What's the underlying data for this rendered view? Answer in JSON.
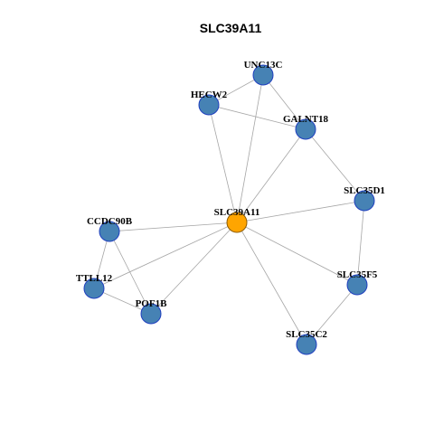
{
  "graph": {
    "title": "SLC39A11",
    "colors": {
      "hub_fill": "#FFA500",
      "hub_stroke": "#8B5A00",
      "node_fill": "#4682B4",
      "node_stroke": "#1F3FBF",
      "edge": "#A6A6A6"
    },
    "nodes": [
      {
        "id": "SLC39A11",
        "label": "SLC39A11",
        "hub": true
      },
      {
        "id": "UNC13C",
        "label": "UNC13C",
        "hub": false
      },
      {
        "id": "HECW2",
        "label": "HECW2",
        "hub": false
      },
      {
        "id": "GALNT18",
        "label": "GALNT18",
        "hub": false
      },
      {
        "id": "SLC35D1",
        "label": "SLC35D1",
        "hub": false
      },
      {
        "id": "CCDC90B",
        "label": "CCDC90B",
        "hub": false
      },
      {
        "id": "TTLL12",
        "label": "TTLL12",
        "hub": false
      },
      {
        "id": "POF1B",
        "label": "POF1B",
        "hub": false
      },
      {
        "id": "SLC35F5",
        "label": "SLC35F5",
        "hub": false
      },
      {
        "id": "SLC35C2",
        "label": "SLC35C2",
        "hub": false
      }
    ],
    "edges": [
      [
        "SLC39A11",
        "UNC13C"
      ],
      [
        "SLC39A11",
        "HECW2"
      ],
      [
        "SLC39A11",
        "GALNT18"
      ],
      [
        "SLC39A11",
        "SLC35D1"
      ],
      [
        "SLC39A11",
        "CCDC90B"
      ],
      [
        "SLC39A11",
        "TTLL12"
      ],
      [
        "SLC39A11",
        "POF1B"
      ],
      [
        "SLC39A11",
        "SLC35F5"
      ],
      [
        "SLC39A11",
        "SLC35C2"
      ],
      [
        "UNC13C",
        "HECW2"
      ],
      [
        "UNC13C",
        "GALNT18"
      ],
      [
        "HECW2",
        "GALNT18"
      ],
      [
        "GALNT18",
        "SLC35D1"
      ],
      [
        "SLC35D1",
        "SLC35F5"
      ],
      [
        "SLC35F5",
        "SLC35C2"
      ],
      [
        "CCDC90B",
        "TTLL12"
      ],
      [
        "CCDC90B",
        "POF1B"
      ],
      [
        "TTLL12",
        "POF1B"
      ]
    ]
  }
}
